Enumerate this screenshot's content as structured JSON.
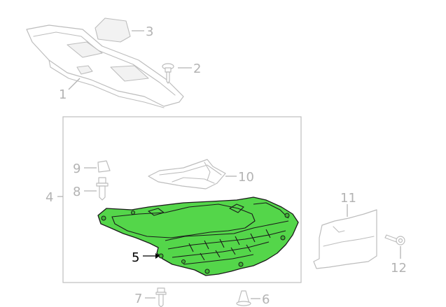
{
  "diagram": {
    "highlight_color": "#54d64a",
    "ghost_color": "#bdbdbd",
    "callouts": {
      "c1": "1",
      "c2": "2",
      "c3": "3",
      "c4": "4",
      "c5": "5",
      "c6": "6",
      "c7": "7",
      "c8": "8",
      "c9": "9",
      "c10": "10",
      "c11": "11",
      "c12": "12"
    },
    "highlighted_part": "5"
  }
}
